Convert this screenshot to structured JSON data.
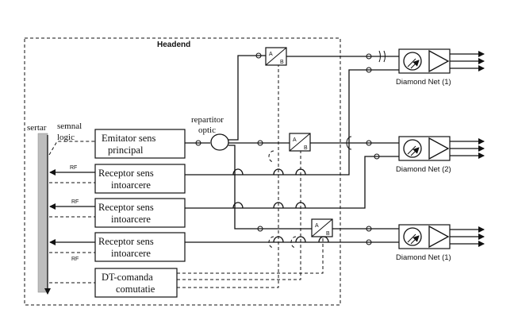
{
  "headend": {
    "title": "Headend"
  },
  "sertar": {
    "label": "sertar"
  },
  "semnal_logic": {
    "line1": "semnal",
    "line2": "logic"
  },
  "repartitor": {
    "line1": "repartitor",
    "line2": "optic"
  },
  "rf_label": "RF",
  "boxes": {
    "emitator": {
      "line1": "Emitator sens",
      "line2": "principal"
    },
    "receptor_1": {
      "line1": "Receptor sens",
      "line2": "intoarcere"
    },
    "receptor_2": {
      "line1": "Receptor sens",
      "line2": "intoarcere"
    },
    "receptor_3": {
      "line1": "Receptor sens",
      "line2": "intoarcere"
    },
    "dt_comanda": {
      "line1": "DT-comanda",
      "line2": "comutatie"
    }
  },
  "switch": {
    "a": "A",
    "b": "B"
  },
  "nodes": [
    {
      "label": "Diamond Net (1)"
    },
    {
      "label": "Diamond Net (2)"
    },
    {
      "label": "Diamond Net (1)"
    }
  ]
}
